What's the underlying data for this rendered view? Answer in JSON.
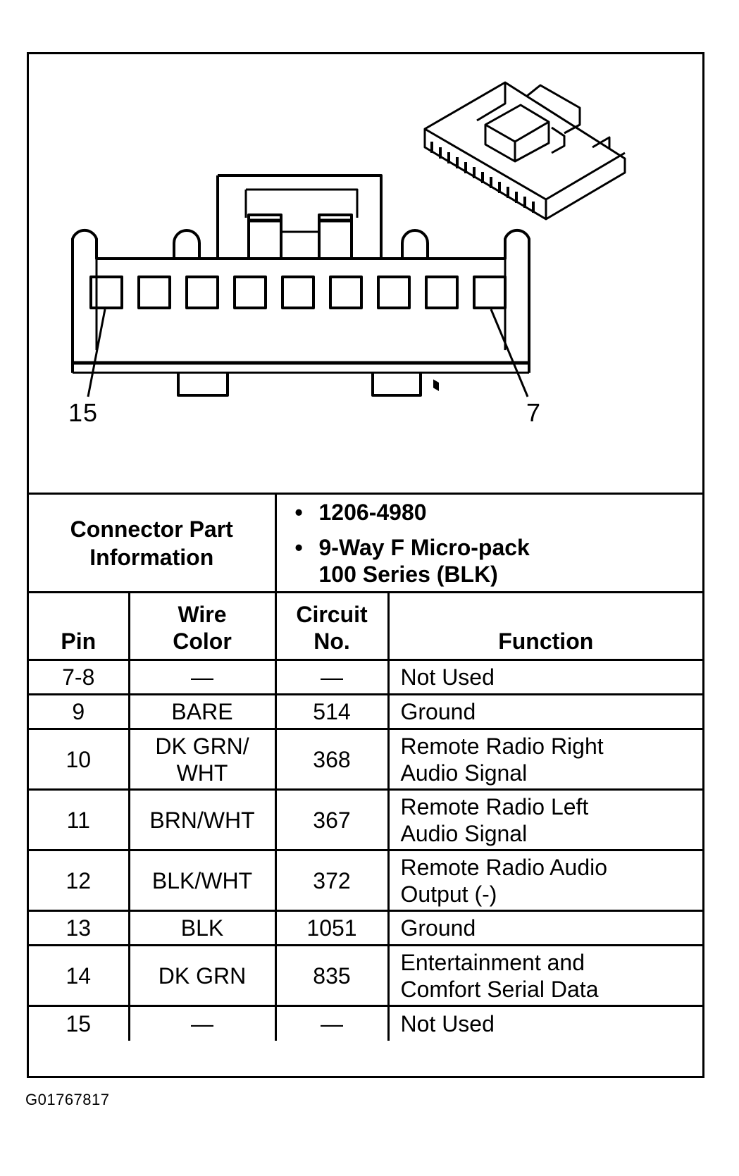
{
  "diagram": {
    "left_pin_label": "15",
    "right_pin_label": "7"
  },
  "connector_part_info": {
    "label_line1": "Connector Part",
    "label_line2": "Information",
    "bullet": "•",
    "part_number": "1206-4980",
    "description_line1": "9-Way F Micro-pack",
    "description_line2": "100 Series (BLK)"
  },
  "pin_table": {
    "headers": {
      "pin": "Pin",
      "wire_color_line1": "Wire",
      "wire_color_line2": "Color",
      "circuit_line1": "Circuit",
      "circuit_line2": "No.",
      "function": "Function"
    },
    "rows": [
      {
        "pin": "7-8",
        "wire": "—",
        "circuit": "—",
        "function": "Not Used"
      },
      {
        "pin": "9",
        "wire": "BARE",
        "circuit": "514",
        "function": "Ground"
      },
      {
        "pin": "10",
        "wire": "DK GRN/",
        "wire2": "WHT",
        "circuit": "368",
        "function": "Remote Radio Right",
        "function2": "Audio Signal"
      },
      {
        "pin": "11",
        "wire": "BRN/WHT",
        "circuit": "367",
        "function": "Remote Radio Left",
        "function2": "Audio Signal"
      },
      {
        "pin": "12",
        "wire": "BLK/WHT",
        "circuit": "372",
        "function": "Remote Radio Audio",
        "function2": "Output (-)"
      },
      {
        "pin": "13",
        "wire": "BLK",
        "circuit": "1051",
        "function": "Ground"
      },
      {
        "pin": "14",
        "wire": "DK GRN",
        "circuit": "835",
        "function": "Entertainment and",
        "function2": "Comfort Serial Data"
      },
      {
        "pin": "15",
        "wire": "—",
        "circuit": "—",
        "function": "Not Used"
      }
    ]
  },
  "footer": {
    "figure_code": "G01767817"
  }
}
